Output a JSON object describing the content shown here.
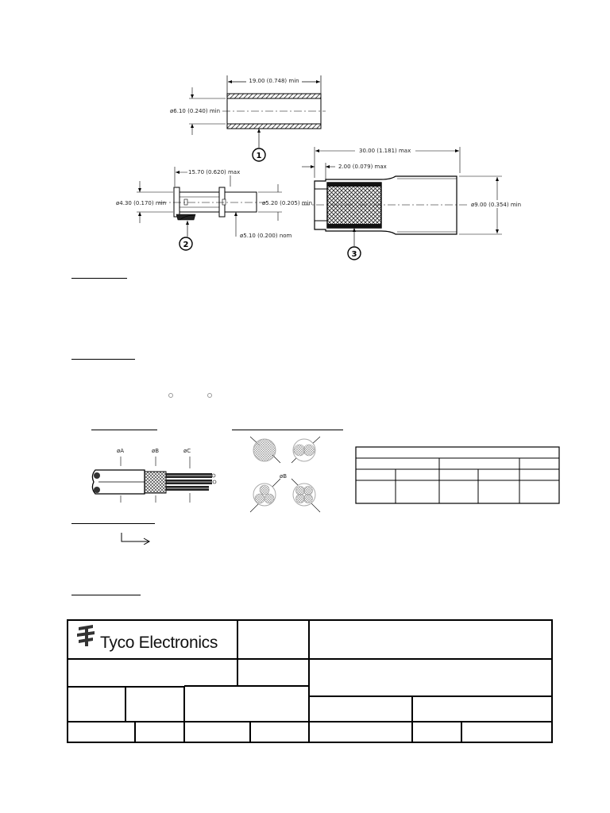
{
  "drawing": {
    "part1": {
      "balloon": "1",
      "length_dim": "19.00 (0.748) min",
      "id_dim": "ø6.10 (0.240) min"
    },
    "part2": {
      "balloon": "2",
      "length_dim": "15.70 (0.620) max",
      "od_dim": "ø4.30 (0.170) min",
      "bore_dim": "ø5.20 (0.205) min",
      "nom_dim": "ø5.10 (0.200) nom"
    },
    "part3": {
      "balloon": "3",
      "length_dim": "30.00 (1.181) max",
      "step_dim": "2.00 (0.079) max",
      "od_dim": "ø9.00 (0.354) min"
    }
  },
  "cable_figure": {
    "labels": [
      "øA",
      "øB",
      "øC"
    ]
  },
  "cross_section_figure": {
    "label": "øB"
  },
  "title_block": {
    "company": "Tyco Electronics"
  }
}
